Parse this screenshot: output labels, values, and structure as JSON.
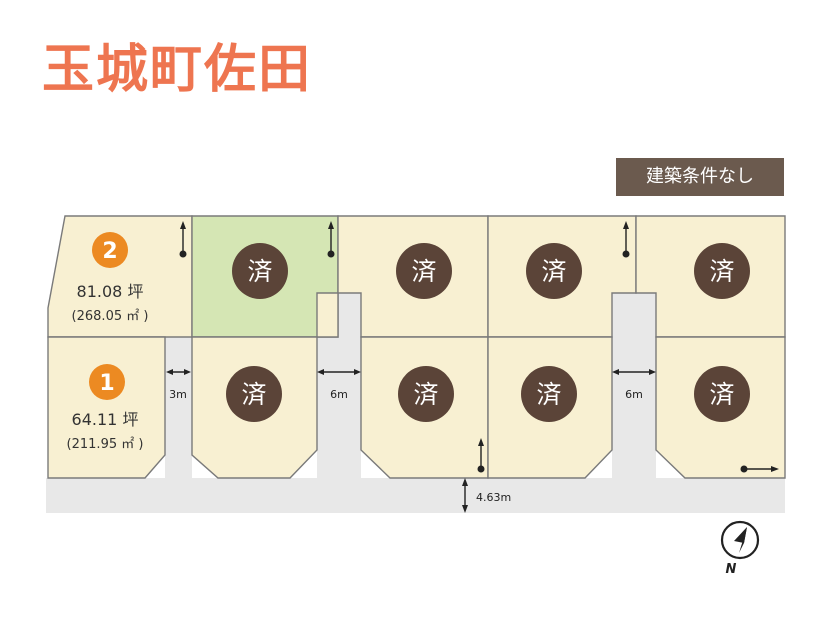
{
  "title": "玉城町佐田",
  "condition_badge": "建築条件なし",
  "sold_label": "済",
  "lots": {
    "lot1": {
      "number": "1",
      "tsubo": "64.11 坪",
      "sqm": "(211.95 ㎡ )"
    },
    "lot2": {
      "number": "2",
      "tsubo": "81.08 坪",
      "sqm": "(268.05 ㎡ )"
    }
  },
  "dimensions": {
    "passage_left": "3m",
    "passage_mid": "6m",
    "passage_right": "6m",
    "road_width": "4.63m"
  },
  "compass": {
    "label": "N"
  },
  "colors": {
    "title": "#ee7550",
    "badge": "#6b5a4e",
    "lot_fill": "#f8f0d2",
    "sold_lot_fill": "#d5e6b4",
    "sold_circle": "#5b4438",
    "lot_number_circle": "#ec8a22",
    "road": "#e8e8e8",
    "line": "#7a7a7a"
  }
}
